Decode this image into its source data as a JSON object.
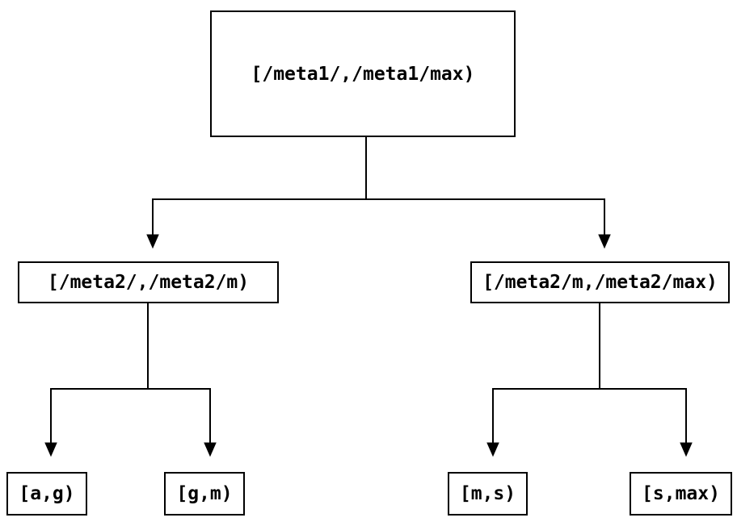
{
  "diagram": {
    "type": "tree",
    "nodes": {
      "root": {
        "label": "[/meta1/,/meta1/max)"
      },
      "level2": [
        {
          "label": "[/meta2/,/meta2/m)"
        },
        {
          "label": "[/meta2/m,/meta2/max)"
        }
      ],
      "leaves": [
        {
          "label": "[a,g)"
        },
        {
          "label": "[g,m)"
        },
        {
          "label": "[m,s)"
        },
        {
          "label": "[s,max)"
        }
      ]
    },
    "colors": {
      "line": "#000000",
      "node_border": "#000000",
      "node_fill": "#ffffff",
      "text": "#000000",
      "background": "#ffffff"
    }
  }
}
